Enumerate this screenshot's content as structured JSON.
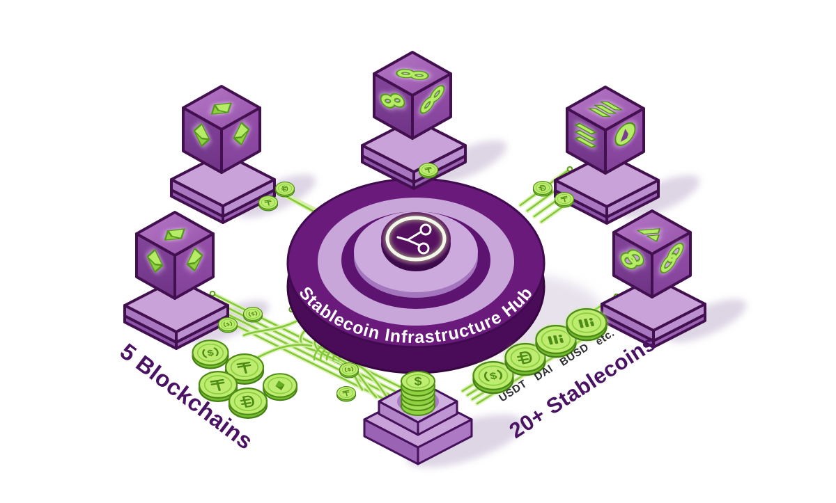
{
  "hub": {
    "title": "Stablecoin Infrastructure Hub",
    "icon": "share-nodes-icon"
  },
  "captions": {
    "blockchains": "5 Blockchains",
    "stablecoins": "20+ Stablecoins"
  },
  "stablecoins": {
    "items": [
      {
        "label": "USDT",
        "symbol": "dollar-circle-icon"
      },
      {
        "label": "DAI",
        "symbol": "dai-icon"
      },
      {
        "label": "BUSD",
        "symbol": "bars-icon"
      },
      {
        "label": "etc.",
        "symbol": "bars-icon"
      }
    ]
  },
  "blockchains": {
    "count": 5,
    "items": [
      {
        "name": "Polygon",
        "position": "top",
        "symbol": "polygon-infinity-icon"
      },
      {
        "name": "Ethereum",
        "position": "top-left",
        "symbol": "ethereum-diamond-icon"
      },
      {
        "name": "Solana",
        "position": "top-right",
        "symbol": "solana-bars-icon"
      },
      {
        "name": "Ethereum",
        "position": "left",
        "symbol": "ethereum-diamond-icon"
      },
      {
        "name": "Avalanche",
        "position": "right",
        "symbol": "avalanche-rings-icon"
      }
    ]
  },
  "coins": {
    "cluster_icons": [
      "dollar-circle-icon",
      "tether-icon",
      "tether-icon",
      "dai-icon",
      "ethereum-icon"
    ],
    "stack_icon": "dollar-icon"
  },
  "colors": {
    "background": "#ffffff",
    "purple_dark": "#4a1263",
    "purple_hub": "#691a7b",
    "lavender": "#c9a6da",
    "cube_purple": "#8f4fa3",
    "green": "#9fe04e",
    "green_dark": "#4e8c15",
    "text_light": "#ffffff",
    "label_dark": "#2f2f36"
  }
}
